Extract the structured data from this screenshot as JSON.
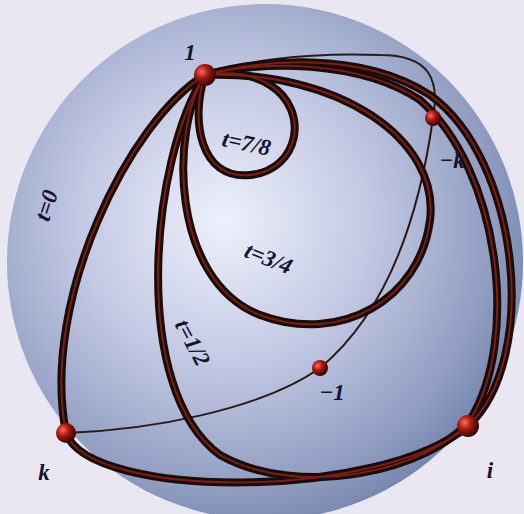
{
  "diagram": {
    "labels": [
      "1",
      "−k",
      "−1",
      "k",
      "i",
      "t=0",
      "t=1/2",
      "t=3/4",
      "t=7/8"
    ]
  }
}
